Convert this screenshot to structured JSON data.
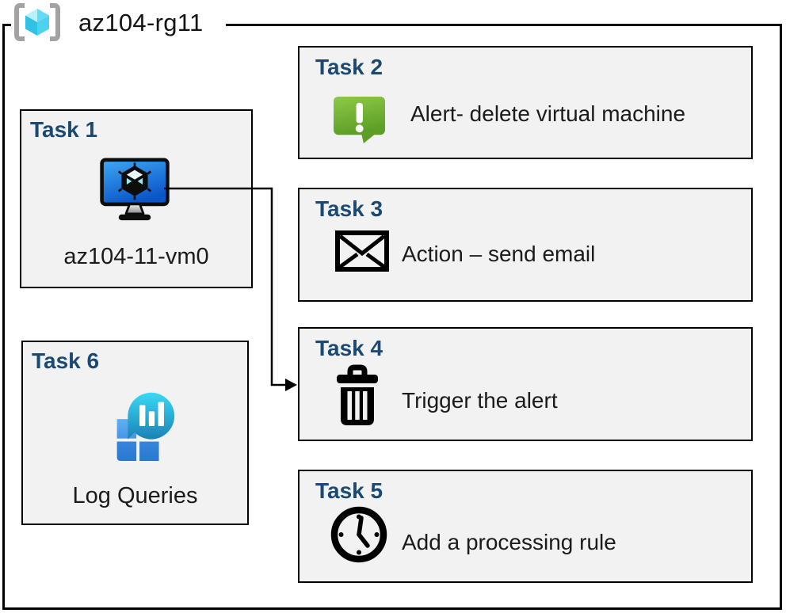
{
  "resource_group": {
    "name": "az104-rg11",
    "icon": "resource-group-icon"
  },
  "tasks": [
    {
      "title": "Task 1",
      "label": "az104-11-vm0",
      "icon": "virtual-machine-icon"
    },
    {
      "title": "Task 2",
      "label": "Alert- delete virtual machine",
      "icon": "alert-icon"
    },
    {
      "title": "Task 3",
      "label": "Action – send email",
      "icon": "email-icon"
    },
    {
      "title": "Task 4",
      "label": "Trigger the alert",
      "icon": "trash-icon"
    },
    {
      "title": "Task 5",
      "label": "Add a processing rule",
      "icon": "clock-icon"
    },
    {
      "title": "Task 6",
      "label": "Log Queries",
      "icon": "log-queries-icon"
    }
  ],
  "connector": {
    "from": "Task 1",
    "to": "Task 4"
  },
  "colors": {
    "task_title_blue": "#1a4a73",
    "box_fill": "#f2f2f2",
    "box_border": "#000000",
    "alert_green_top": "#8dc94a",
    "alert_green_bottom": "#5d9f26",
    "vm_screen_top": "#3fa9f5",
    "vm_screen_bottom": "#0a55c8",
    "log_bubble_top": "#3ad9f5",
    "log_bubble_bottom": "#1a82b5",
    "log_square_light": "#61aef2",
    "log_square_dark": "#2a78d0",
    "rg_bracket_gray": "#a3a3a3",
    "rg_cube_cyan": "#4fd2f0"
  }
}
